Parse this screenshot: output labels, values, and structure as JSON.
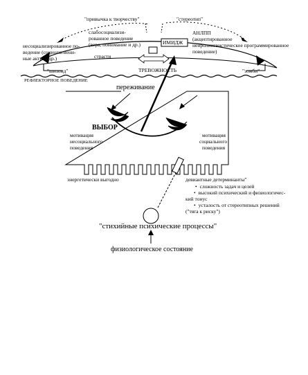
{
  "labels": {
    "creativity_habit": "\"привычка к творчеству\"",
    "stereotype": "\"стереотип\"",
    "unsocialized_line1": "несоциализированное  по-",
    "unsocialized_line2": "ведение (социогигиени-",
    "unsocialized_line3": "ные акты и др.)",
    "weakly_line1": "слабосоциализи-",
    "weakly_line2": "рованное  поведение",
    "weakly_line3": "(вера, понимание и др.)",
    "passions": "страсти",
    "anlpp_title": "АНЛПП",
    "anlpp_line2": "(акцептированное",
    "anlpp_line3": "нейролингвистическое программированное",
    "anlpp_line4": "поведение)",
    "image": "ИМИДЖ",
    "anxiety": "ТРЕВОЖНОСТЬ",
    "genius": "\"шизоид\"",
    "zombie": "\"зомби\"",
    "reflex": "РЕФЛЕКТОРНОЕ ПОВЕДЕНИЕ",
    "experience": "переживание",
    "choice": "ВЫБОР",
    "motiv_asocial_1": "мотивация",
    "motiv_asocial_2": "несоциального",
    "motiv_asocial_3": "поведения",
    "motiv_social_1": "мотивация",
    "motiv_social_2": "социального",
    "motiv_social_3": "поведения",
    "genetic_benefits": "энергетически  выгодно",
    "deviant": "девиантные детерминанты\"",
    "deviant_items": [
      "сложность задач и целей",
      "высокий психический и физиологичес-",
      "кий тонус",
      "усталость от стереотипных решений",
      "(\"тяга к риску\")"
    ],
    "spontaneous": "\"стихийные психические процессы\"",
    "physiological": "физиологическое состояние"
  }
}
